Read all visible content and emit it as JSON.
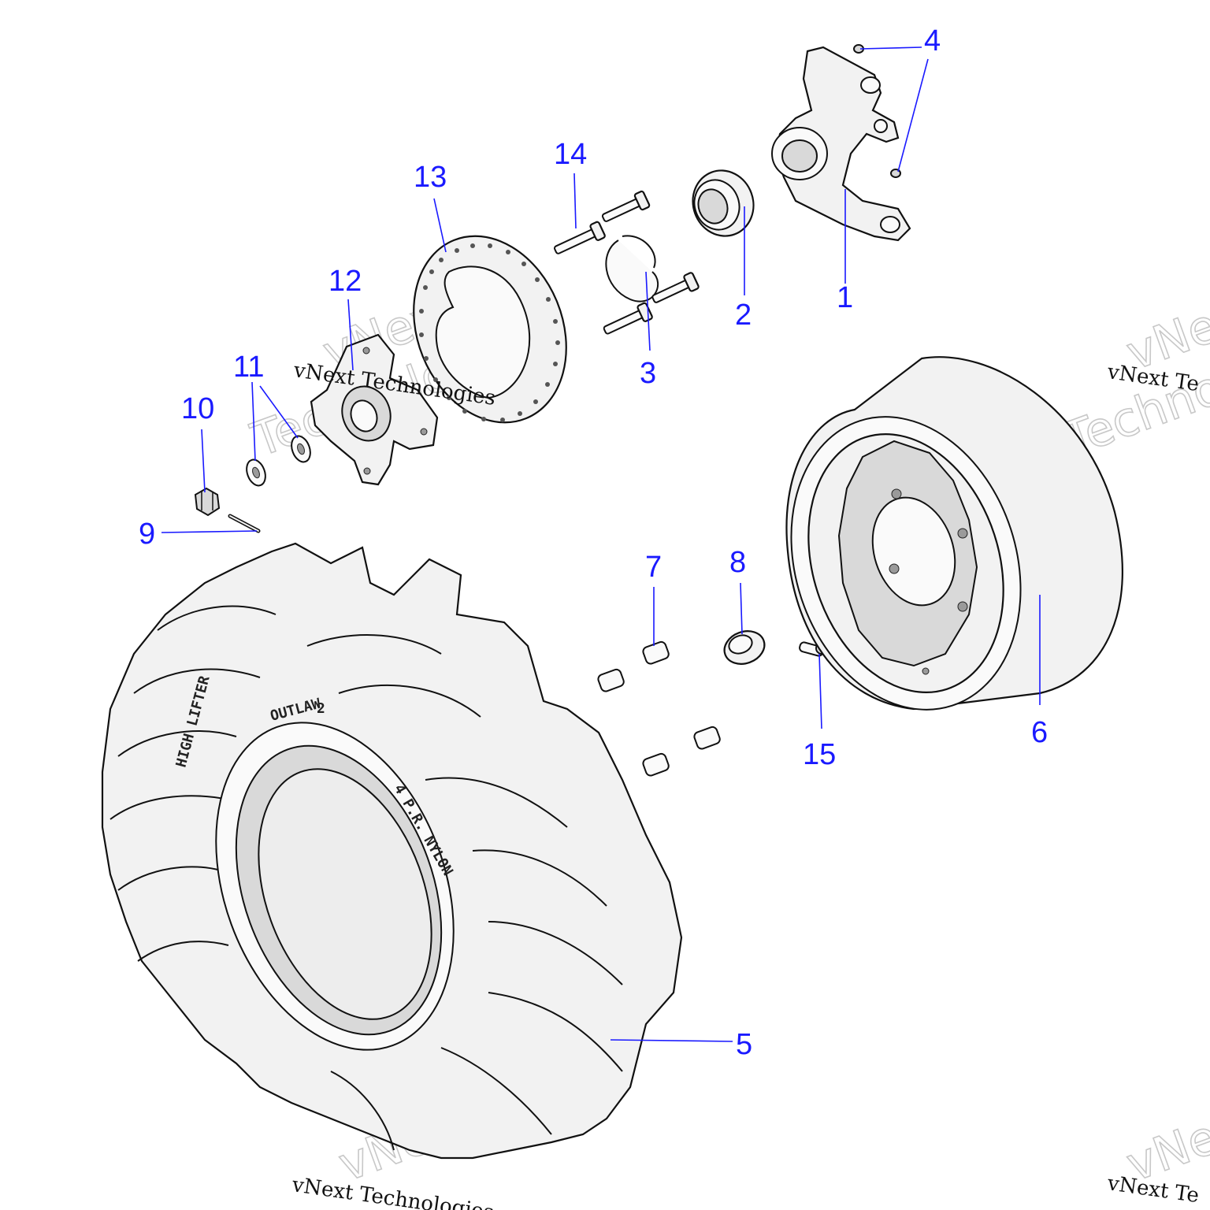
{
  "callouts": {
    "c1": "1",
    "c2": "2",
    "c3": "3",
    "c4": "4",
    "c5": "5",
    "c6": "6",
    "c7": "7",
    "c8": "8",
    "c9": "9",
    "c10": "10",
    "c11": "11",
    "c12": "12",
    "c13": "13",
    "c14": "14",
    "c15": "15"
  },
  "tire_markings": {
    "brand": "OUTLAW",
    "brand_superscript": "2",
    "ply": "4 P.R. NYLON",
    "sidewall_partial": "HIGH LIFTER"
  },
  "watermark": {
    "line1": "vNext",
    "line2": "Technologies",
    "full": "vNext Technologies",
    "partial_right_top": "vNext Te",
    "partial_right_bottom": "vNext Te"
  },
  "colors": {
    "callout": "#1a1aff",
    "line_art": "#111111",
    "watermark_outline": "#c8c8c8"
  }
}
